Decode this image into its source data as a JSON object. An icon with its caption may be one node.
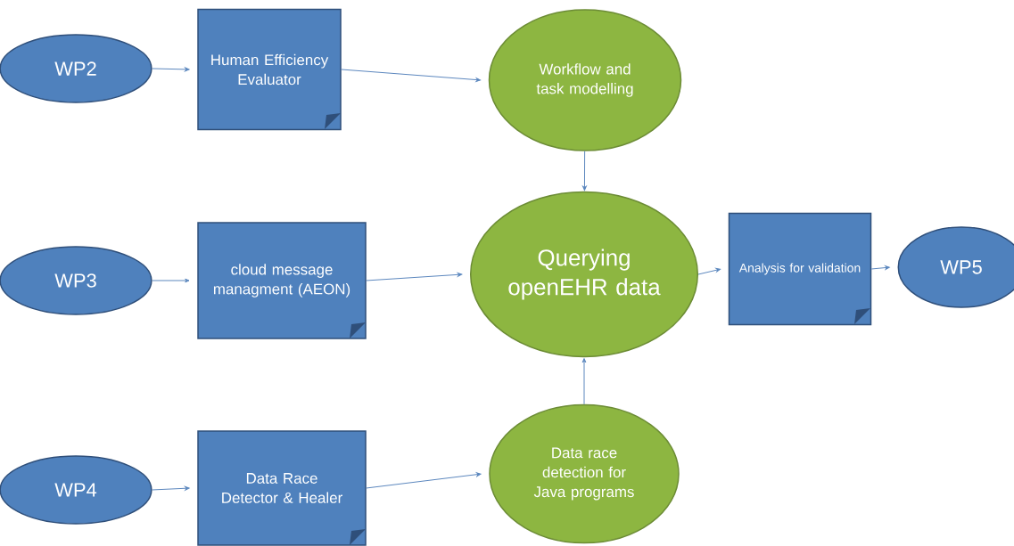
{
  "diagram": {
    "nodes": [
      {
        "text": [
          "WP2"
        ]
      },
      {
        "text": [
          "Human Efficiency Evaluator"
        ]
      },
      {
        "text": [
          "Workflow and task modelling"
        ]
      },
      {
        "text": [
          "WP3"
        ]
      },
      {
        "text": [
          "cloud message managment (AEON)"
        ]
      },
      {
        "text": [
          "Querying openEHR data"
        ]
      },
      {
        "text": [
          "Analysis for validation"
        ]
      },
      {
        "text": [
          "WP5"
        ]
      },
      {
        "text": [
          "WP4"
        ]
      },
      {
        "text": [
          "Data Race Detector & Healer"
        ]
      },
      {
        "text": [
          "Data race detection for Java programs"
        ]
      }
    ],
    "edges": [
      {
        "from": 0,
        "to": 1,
        "arrow": "to"
      },
      {
        "from": 1,
        "to": 2,
        "arrow": "to"
      },
      {
        "from": 2,
        "to": 5,
        "arrow": "to"
      },
      {
        "from": 3,
        "to": 4,
        "arrow": "to"
      },
      {
        "from": 4,
        "to": 5,
        "arrow": "to"
      },
      {
        "from": 5,
        "to": 6,
        "arrow": "to"
      },
      {
        "from": 6,
        "to": 7,
        "arrow": "to"
      },
      {
        "from": 8,
        "to": 9,
        "arrow": "to"
      },
      {
        "from": 9,
        "to": 10,
        "arrow": "to"
      },
      {
        "from": 10,
        "to": 5,
        "arrow": "to"
      }
    ]
  }
}
